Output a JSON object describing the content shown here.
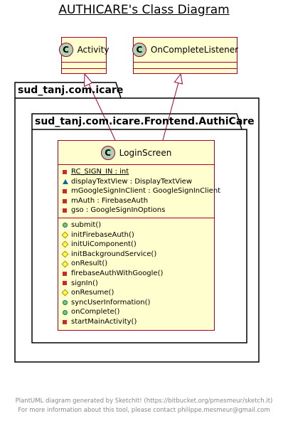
{
  "title": "AUTHICARE's Class Diagram",
  "packages": [
    {
      "name": "sud_tanj.com.icare"
    },
    {
      "name": "sud_tanj.com.icare.Frontend.AuthiCare"
    }
  ],
  "classes": {
    "activity": {
      "stereotype": "C",
      "name": "Activity"
    },
    "on_complete_listener": {
      "stereotype": "C",
      "name": "OnCompleteListener"
    },
    "login_screen": {
      "stereotype": "C",
      "name": "LoginScreen",
      "fields": [
        {
          "visibility": "private",
          "text": "RC_SIGN_IN : int",
          "static": true
        },
        {
          "visibility": "package",
          "text": "displayTextView : DisplayTextView",
          "static": false
        },
        {
          "visibility": "private",
          "text": "mGoogleSignInClient : GoogleSignInClient",
          "static": false
        },
        {
          "visibility": "private",
          "text": "mAuth : FirebaseAuth",
          "static": false
        },
        {
          "visibility": "private",
          "text": "gso : GoogleSignInOptions",
          "static": false
        }
      ],
      "methods": [
        {
          "visibility": "public",
          "text": "submit()"
        },
        {
          "visibility": "protected",
          "text": "initFirebaseAuth()"
        },
        {
          "visibility": "protected",
          "text": "initUiComponent()"
        },
        {
          "visibility": "protected",
          "text": "initBackgroundService()"
        },
        {
          "visibility": "protected",
          "text": "onResult()"
        },
        {
          "visibility": "private",
          "text": "firebaseAuthWithGoogle()"
        },
        {
          "visibility": "private",
          "text": "signIn()"
        },
        {
          "visibility": "protected",
          "text": "onResume()"
        },
        {
          "visibility": "public",
          "text": "syncUserInformation()"
        },
        {
          "visibility": "public",
          "text": "onComplete()"
        },
        {
          "visibility": "private",
          "text": "startMainActivity()"
        }
      ]
    }
  },
  "relations": [
    {
      "from": "LoginScreen",
      "to": "Activity",
      "type": "generalization"
    },
    {
      "from": "LoginScreen",
      "to": "OnCompleteListener",
      "type": "generalization"
    }
  ],
  "footer": {
    "line1": "PlantUML diagram generated by SketchIt! (https://bitbucket.org/pmesmeur/sketch.it)",
    "line2": "For more information about this tool, please contact philippe.mesmeur@gmail.com"
  },
  "colors": {
    "class_fill": "#fefece",
    "class_border": "#a80036",
    "stereotype_circle": "#add1b2",
    "package_fill": "#ffffff",
    "package_border": "#000000",
    "footer_text": "#888888"
  }
}
